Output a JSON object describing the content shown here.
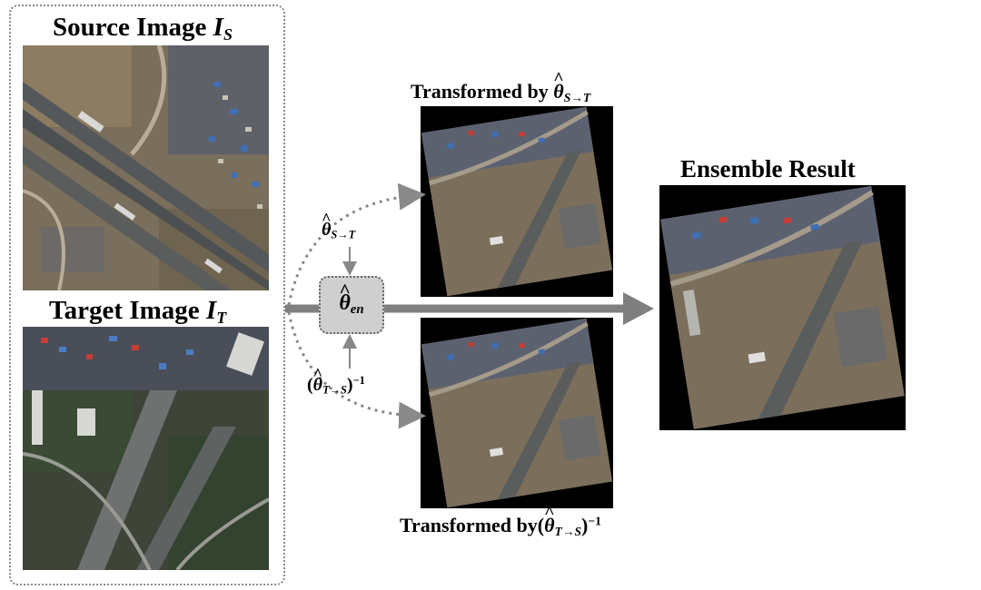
{
  "source": {
    "title": "Source Image",
    "symbol": "I",
    "subscript": "S"
  },
  "target": {
    "title": "Target Image",
    "symbol": "I",
    "subscript": "T"
  },
  "transformed_top": {
    "prefix": "Transformed by",
    "symbol": "θ",
    "subscript": "S→T"
  },
  "transformed_bottom": {
    "prefix": "Transformed by",
    "symbol": "θ",
    "subscript": "T→S",
    "superscript": "−1"
  },
  "theta_st": {
    "symbol": "θ",
    "subscript": "S→T"
  },
  "theta_ts_inv": {
    "symbol": "θ",
    "subscript": "T→S",
    "superscript": "−1"
  },
  "theta_en": {
    "symbol": "θ",
    "subscript": "en"
  },
  "ensemble": {
    "title": "Ensemble Result"
  }
}
